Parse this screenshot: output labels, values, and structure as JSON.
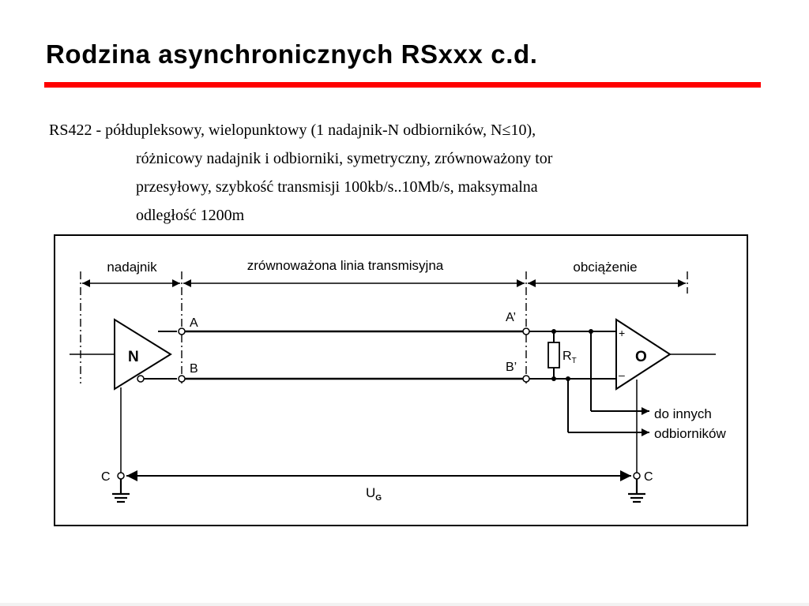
{
  "slide": {
    "title": "Rodzina asynchronicznych RSxxx c.d.",
    "paragraph": [
      "RS422 - półdupleksowy, wielopunktowy (1 nadajnik-N odbiorników, N≤10),",
      "różnicowy nadajnik i odbiorniki, symetryczny, zrównoważony tor",
      "przesyłowy, szybkość transmisji 100kb/s..10Mb/s, maksymalna",
      "odległość 1200m"
    ]
  },
  "diagram": {
    "sections": {
      "transmitter": "nadajnik",
      "line": "zrównoważona linia transmisyjna",
      "load": "obciążenie"
    },
    "transmitter_symbol": "N",
    "receiver_symbol": "O",
    "terminals": {
      "a": "A",
      "b": "B",
      "a_prime": "A’",
      "b_prime": "B’",
      "c_left": "C",
      "c_right": "C"
    },
    "resistor": {
      "name": "R",
      "subscript": "T"
    },
    "inputs": {
      "plus": "+",
      "minus": "–"
    },
    "other_receivers": [
      "do innych",
      "odbiorników"
    ],
    "voltage": {
      "name": "U",
      "subscript": "G"
    }
  }
}
